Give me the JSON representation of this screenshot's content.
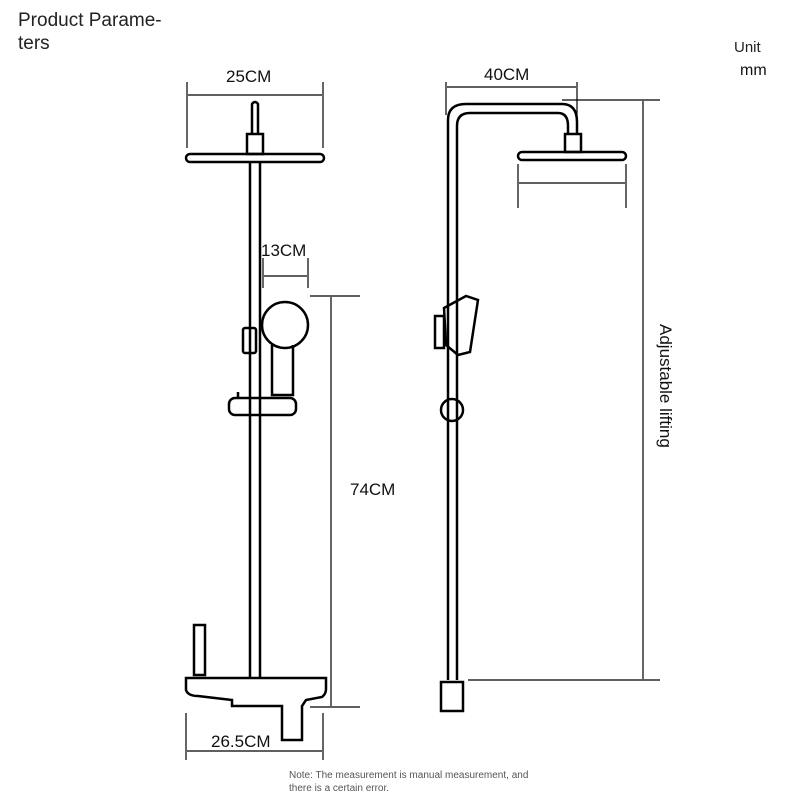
{
  "header": {
    "title_line1": "Product Parame-",
    "title_line2": "ters",
    "unit_label": "Unit",
    "unit_value": "mm"
  },
  "dimensions": {
    "top_width": "25CM",
    "arm_length": "40CM",
    "handheld_offset": "13CM",
    "rail_height": "74CM",
    "base_width": "26.5CM",
    "adjustable": "Adjustable lifting"
  },
  "note": {
    "line1": "Note: The measurement is manual measurement, and",
    "line2": "there is a certain error."
  }
}
